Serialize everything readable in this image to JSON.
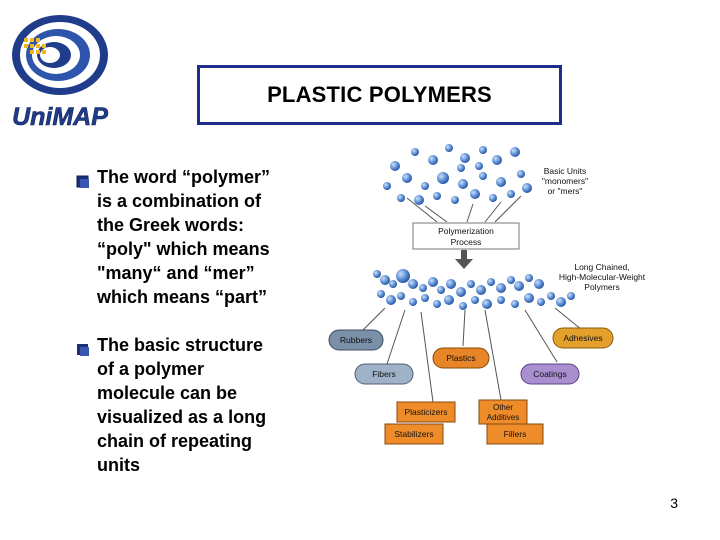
{
  "logo": {
    "text": "UniMAP"
  },
  "title": "PLASTIC POLYMERS",
  "bullets": [
    "The word “polymer”\nis a combination of\n the Greek words:\n“poly\" which means\n\"many“ and “mer”\n which means “part”",
    "The basic structure\n of a polymer\n molecule can be\n visualized as a long\n chain of repeating\n units"
  ],
  "diagram": {
    "monomer_label": [
      "Basic Units",
      "\"monomers\"",
      "or \"mers\""
    ],
    "process_label": [
      "Polymerization",
      "Process"
    ],
    "polymer_label": [
      "Long Chained,",
      "High-Molecular-Weight",
      "Polymers"
    ],
    "categories": [
      "Rubbers",
      "Adhesives",
      "Plastics",
      "Fibers",
      "Coatings",
      "Plasticizers",
      "Other Additives",
      "Stabilizers",
      "Fillers"
    ],
    "colors": {
      "blue_ball": "#5b8fd6",
      "rubbers": "#7b8fa8",
      "adhesives": "#e3a02a",
      "plastics": "#e88526",
      "fibers": "#9fb2c8",
      "coatings": "#a98fd0",
      "additives": "#ef8c2a"
    }
  },
  "page_number": "3"
}
